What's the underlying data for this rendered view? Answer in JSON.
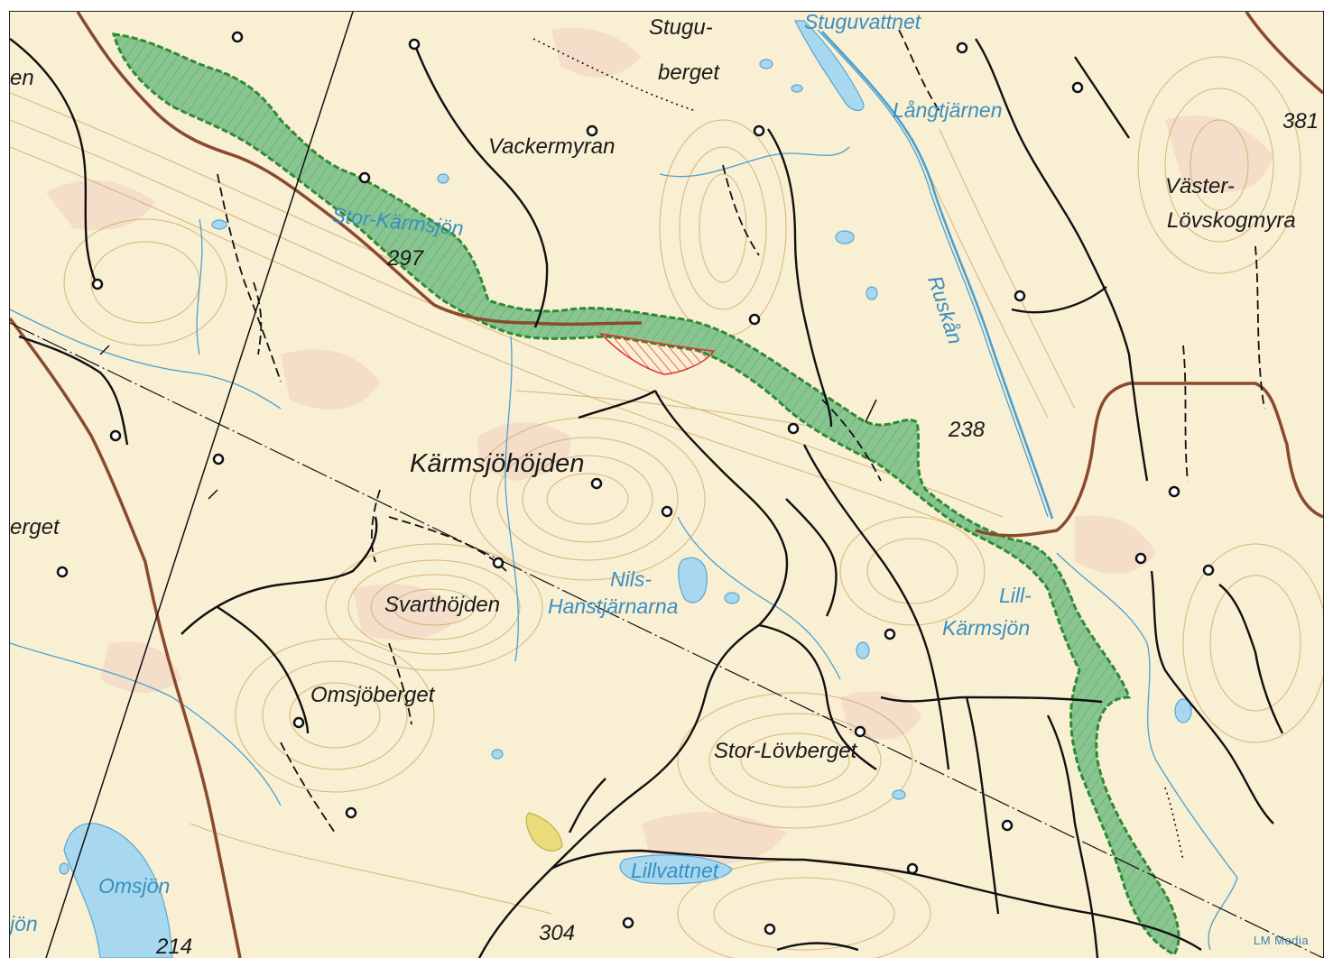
{
  "map": {
    "colors": {
      "land": "#f9efd3",
      "forest_patch": "#f3d9c7",
      "contour": "#c9a35a",
      "water": "#a8d8f0",
      "water_text": "#3a8fc0",
      "road": "#8a4a2e",
      "track": "#111111",
      "reserve_fill": "#7cc08a",
      "reserve_outline": "#2f8a2f",
      "hatched_area": "#e03030",
      "wetland_yellow": "#e9dc7a"
    },
    "labels": {
      "place": {
        "stugu": "Stugu-",
        "berget": "berget",
        "vackermyran": "Vackermyran",
        "vaster": "Väster-",
        "lovskogmyra": "Lövskogmyra",
        "karmsjohojden": "Kärmsjöhöjden",
        "svarthojden": "Svarthöjden",
        "omsjoberget": "Omsjöberget",
        "storlovberget": "Stor-Lövberget",
        "en": "en",
        "erget": "erget"
      },
      "water": {
        "stuguvattnet": "Stuguvattnet",
        "langtjarnen": "Långtjärnen",
        "storkarmsjon": "Stor-Kärmsjön",
        "ruskan": "Ruskån",
        "nils": "Nils-",
        "hanstjarnarna": "Hanstjärnarna",
        "lill": "Lill-",
        "karmsjon": "Kärmsjön",
        "lillvattnet": "Lillvattnet",
        "omsjon": "Omsjön",
        "jon": "jön"
      },
      "elevation": {
        "e381": "381",
        "e297": "297",
        "e238": "238",
        "e304": "304",
        "e214": "214"
      },
      "credit": "LM Media"
    }
  }
}
